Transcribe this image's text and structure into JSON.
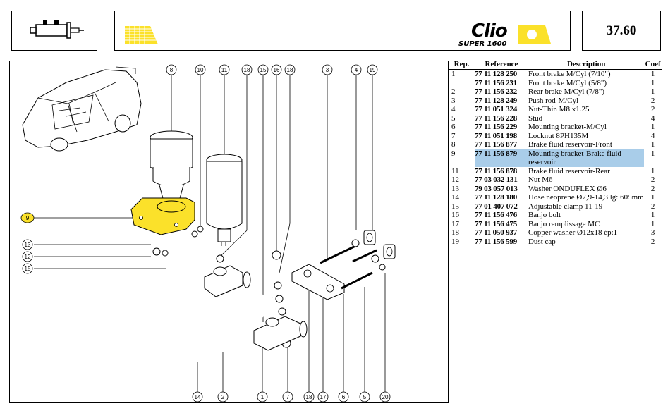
{
  "header": {
    "brand_name": "Clio",
    "brand_subtitle": "SUPER 1600",
    "page_number": "37.60"
  },
  "colors": {
    "accent_yellow": "#fbe12a",
    "highlight_blue": "#a9cde9"
  },
  "diagram": {
    "callouts_top": [
      "8",
      "10",
      "11",
      "18",
      "15",
      "16",
      "18",
      "3",
      "4",
      "19"
    ],
    "callouts_left": [
      "9",
      "13",
      "12",
      "15"
    ],
    "callouts_bottom": [
      "14",
      "2",
      "1",
      "7",
      "18",
      "17",
      "6",
      "5",
      "20"
    ]
  },
  "table": {
    "headers": {
      "rep": "Rep.",
      "ref": "Reference",
      "desc": "Description",
      "coef": "Coef"
    },
    "rows": [
      {
        "rep": "1",
        "ref": "77 11 128 250",
        "desc": "Front brake M/Cyl (7/10\")",
        "coef": "1"
      },
      {
        "rep": "",
        "ref": "77 11 156 231",
        "desc": "Front brake M/Cyl (5/8\")",
        "coef": "1"
      },
      {
        "rep": "2",
        "ref": "77 11 156 232",
        "desc": "Rear brake M/Cyl (7/8\")",
        "coef": "1"
      },
      {
        "rep": "3",
        "ref": "77 11 128 249",
        "desc": "Push rod-M/Cyl",
        "coef": "2"
      },
      {
        "rep": "4",
        "ref": "77 11 051 324",
        "desc": "Nut-Thin M8 x1.25",
        "coef": "2"
      },
      {
        "rep": "5",
        "ref": "77 11 156 228",
        "desc": "Stud",
        "coef": "4"
      },
      {
        "rep": "6",
        "ref": "77 11 156 229",
        "desc": "Mounting bracket-M/Cyl",
        "coef": "1"
      },
      {
        "rep": "7",
        "ref": "77 11 051 198",
        "desc": "Locknut 8PH135M",
        "coef": "4"
      },
      {
        "rep": "8",
        "ref": "77 11 156 877",
        "desc": "Brake fluid reservoir-Front",
        "coef": "1"
      },
      {
        "rep": "9",
        "ref": "77 11 156 879",
        "desc": "Mounting bracket-Brake fluid reservoir",
        "coef": "1",
        "highlighted": true
      },
      {
        "rep": "11",
        "ref": "77 11 156 878",
        "desc": "Brake fluid reservoir-Rear",
        "coef": "1"
      },
      {
        "rep": "12",
        "ref": "77 03 032 131",
        "desc": "Nut M6",
        "coef": "2"
      },
      {
        "rep": "13",
        "ref": "79 03 057 013",
        "desc": "Washer ONDUFLEX Ø6",
        "coef": "2"
      },
      {
        "rep": "14",
        "ref": "77 11 128 180",
        "desc": "Hose neoprene Ø7,9-14,3 lg: 605mm",
        "coef": "1"
      },
      {
        "rep": "15",
        "ref": "77 01 407 072",
        "desc": "Adjustable clamp 11-19",
        "coef": "2"
      },
      {
        "rep": "16",
        "ref": "77 11 156 476",
        "desc": "Banjo bolt",
        "coef": "1"
      },
      {
        "rep": "17",
        "ref": "77 11 156 475",
        "desc": "Banjo remplissage MC",
        "coef": "1"
      },
      {
        "rep": "18",
        "ref": "77 11 050 937",
        "desc": "Copper washer Ø12x18 ép:1",
        "coef": "3"
      },
      {
        "rep": "19",
        "ref": "77 11 156 599",
        "desc": "Dust cap",
        "coef": "2"
      }
    ]
  }
}
